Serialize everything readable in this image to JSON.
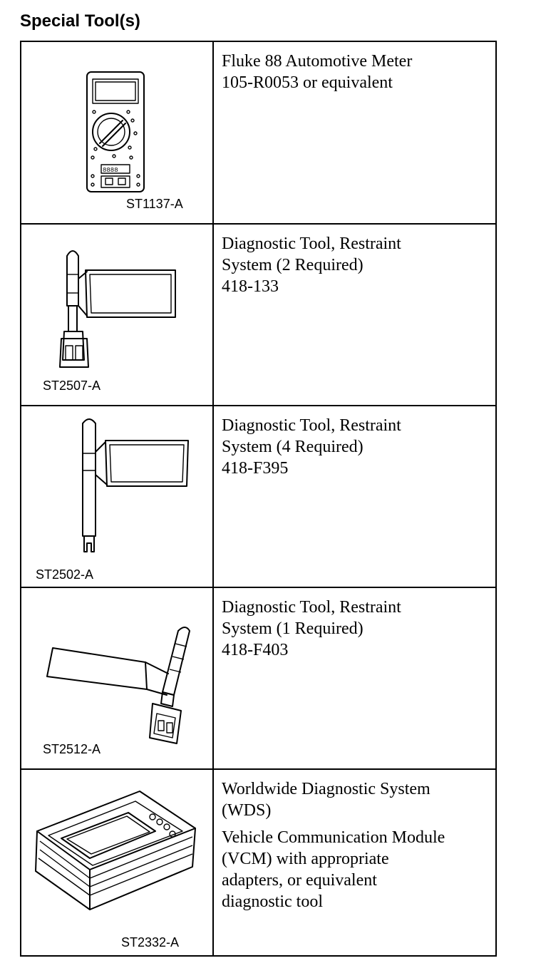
{
  "heading": "Special Tool(s)",
  "tools": [
    {
      "code": "ST1137-A",
      "illustration_icon": "multimeter-icon",
      "paragraphs": [
        [
          "Fluke 88 Automotive Meter",
          "105-R0053 or equivalent"
        ]
      ]
    },
    {
      "code": "ST2507-A",
      "illustration_icon": "diagnostic-connector-icon",
      "paragraphs": [
        [
          "Diagnostic Tool, Restraint",
          "System (2 Required)",
          "418-133"
        ]
      ]
    },
    {
      "code": "ST2502-A",
      "illustration_icon": "diagnostic-probe-icon",
      "paragraphs": [
        [
          "Diagnostic Tool, Restraint",
          "System (4 Required)",
          "418-F395"
        ]
      ]
    },
    {
      "code": "ST2512-A",
      "illustration_icon": "diagnostic-connector-angled-icon",
      "paragraphs": [
        [
          "Diagnostic Tool, Restraint",
          "System (1 Required)",
          "418-F403"
        ]
      ]
    },
    {
      "code": "ST2332-A",
      "illustration_icon": "vcm-module-icon",
      "paragraphs": [
        [
          "Worldwide Diagnostic System",
          "(WDS)"
        ],
        [
          "Vehicle Communication Module",
          "(VCM) with appropriate",
          "adapters, or equivalent",
          "diagnostic tool"
        ]
      ]
    }
  ]
}
